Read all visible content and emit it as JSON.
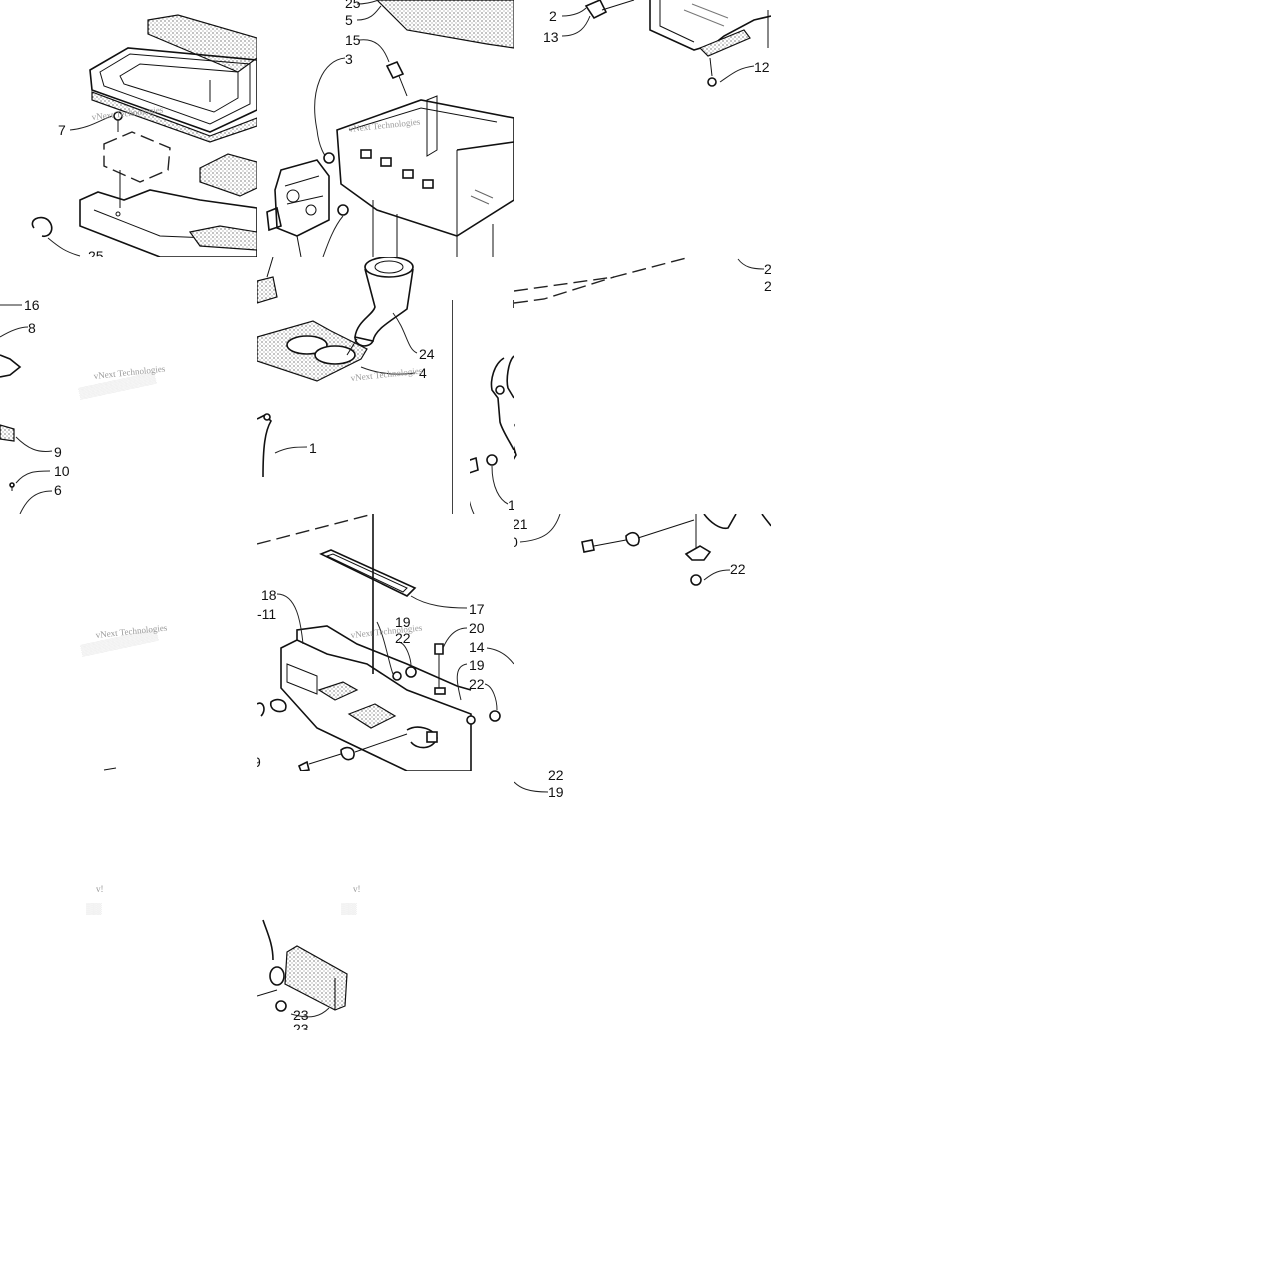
{
  "diagram": {
    "watermark": "vNext Technologies",
    "callouts": {
      "t1": [
        "7",
        "25"
      ],
      "t2": [
        "25",
        "5",
        "15",
        "3"
      ],
      "t3": [
        "2",
        "13",
        "12"
      ],
      "t4": [
        "16",
        "8",
        "9",
        "10",
        "6"
      ],
      "t5": [
        "24",
        "4",
        "1"
      ],
      "t6": [
        "1"
      ],
      "t7": [
        "2",
        "20"
      ],
      "t8": [
        "21",
        "0",
        "22"
      ],
      "t9": [
        "18",
        "-11",
        "19",
        "22",
        "17",
        "20",
        "14",
        "19",
        "22",
        "9"
      ],
      "t10": [
        "22",
        "19"
      ],
      "t11": [
        "23",
        "23"
      ]
    }
  }
}
